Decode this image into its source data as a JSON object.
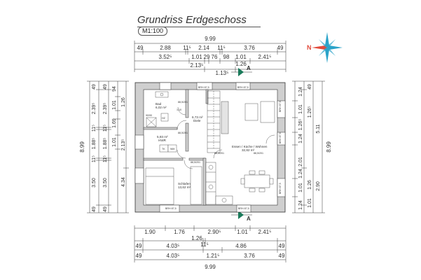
{
  "title": "Grundriss Erdgeschoss",
  "scale": "M1:100",
  "top_dims": {
    "total": "9.99",
    "row1": [
      "49",
      "2.88",
      "11⁵",
      "2.14",
      "11⁵",
      "3.76",
      "49"
    ],
    "row2": [
      "3.52⁵",
      "1.01",
      "29",
      "76",
      "98",
      "1.01",
      "2.41⁵"
    ],
    "row2b": [
      "2.13⁵",
      "1.26"
    ],
    "row3": [
      "1.13⁵"
    ]
  },
  "bottom_dims": {
    "row1": [
      "1.90",
      "1.76",
      "2.90⁵",
      "1.01",
      "2.41⁵"
    ],
    "row1b": [
      "1.26"
    ],
    "row2": [
      "49",
      "4.03⁵",
      "11⁵",
      "4.86",
      "49"
    ],
    "row3": [
      "49",
      "4.03⁵",
      "1.21⁵",
      "3.76",
      "49"
    ],
    "total": "9.99"
  },
  "left_dims": {
    "total": "8.99",
    "outer": [
      "49",
      "2.39⁵",
      "11⁵",
      "1.88⁵",
      "11⁵",
      "3.50",
      "49"
    ],
    "mid": [
      "49",
      "2.39⁵",
      "11⁵",
      "1.88⁵",
      "11⁵",
      "3.50",
      "49"
    ],
    "inner": [
      "94",
      "1.01",
      "1.26",
      "1.69",
      "1.01",
      "2.13⁵",
      "4.34"
    ]
  },
  "right_dims": {
    "total": "8.99",
    "outer": [
      "1.24",
      "1.01",
      "1.26⁵",
      "1.24",
      "2.01",
      "1.24",
      "1.01",
      "1.24"
    ],
    "mid": [
      "5.11",
      "2.90"
    ],
    "inner": [
      "49",
      "1.26⁵",
      "1.26",
      "1.01"
    ]
  },
  "rooms": [
    {
      "name": "Bad",
      "area": "6,02 m²"
    },
    {
      "name": "Diele",
      "area": "6,73 m²"
    },
    {
      "name": "HWR",
      "area": "5,93 m²"
    },
    {
      "name": "Essen / Küche / Wohnen",
      "area": "32,82 m²"
    },
    {
      "name": "Schlafen",
      "area": "13,62 m²"
    }
  ],
  "labels": {
    "door_a": "88,5/201",
    "door_b": "88,5/201",
    "door_c": "88,5/201",
    "door_d": "88,5/201",
    "door_e": "88,5/201",
    "hz": "HZ",
    "wm": "WM",
    "tk": "TK",
    "shower": "90/90",
    "door_bath": "1.10",
    "brh_top": "BRH 87,5",
    "brh_top2": "BRH 87,5",
    "brh_bottom": "BRH 87,5",
    "brh_bottom2": "BRH 87,5",
    "brh_right1": "BRH 87,5",
    "brh_right2": "BRH 87,5",
    "brh_right3": "BRH 87,5",
    "section_top": "A",
    "section_bottom": "A"
  },
  "compass": {
    "letter": "N",
    "colors": {
      "needle": "#e24a3b",
      "arms": "#2aa3c9"
    }
  }
}
